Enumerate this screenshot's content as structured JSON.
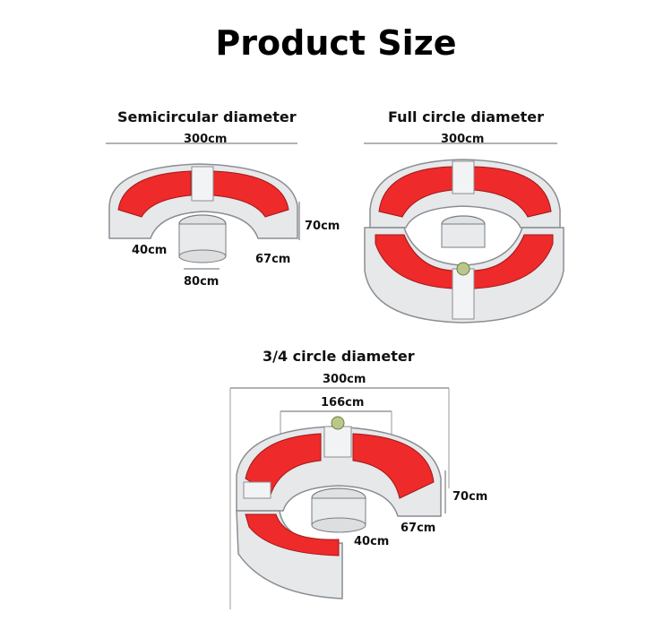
{
  "page": {
    "title": "Product Size"
  },
  "sections": {
    "semicircular": {
      "heading": "Semicircular diameter",
      "width": "300cm",
      "height": "70cm",
      "seat_depth": "67cm",
      "inner_gap": "40cm",
      "table": "80cm"
    },
    "full_circle": {
      "heading": "Full circle diameter",
      "width": "300cm"
    },
    "three_quarter": {
      "heading": "3/4 circle diameter",
      "width": "300cm",
      "inner_width": "166cm",
      "height": "70cm",
      "seat_depth": "67cm",
      "inner_gap": "40cm"
    }
  },
  "colors": {
    "cushion": "#ee2a2a",
    "wicker": "#e4e6e8",
    "outline": "#8a8e92"
  }
}
